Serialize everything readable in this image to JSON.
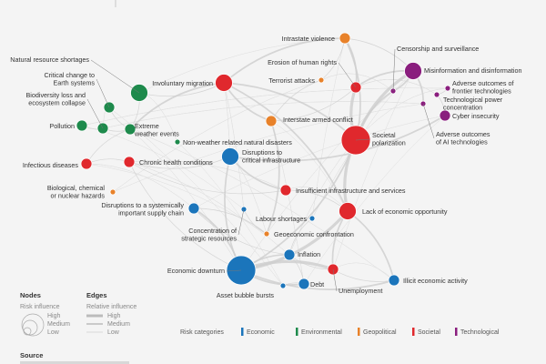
{
  "categories": [
    {
      "id": "economic",
      "label": "Economic",
      "color": "#1b75bb"
    },
    {
      "id": "environmental",
      "label": "Environmental",
      "color": "#1e8a4c"
    },
    {
      "id": "geopolitical",
      "label": "Geopolitical",
      "color": "#e8822a"
    },
    {
      "id": "societal",
      "label": "Societal",
      "color": "#e0282d"
    },
    {
      "id": "technological",
      "label": "Technological",
      "color": "#8a1e7e"
    }
  ],
  "legend": {
    "nodes_title": "Nodes",
    "nodes_sub": "Risk influence",
    "nodes_levels": [
      "High",
      "Medium",
      "Low"
    ],
    "edges_title": "Edges",
    "edges_sub": "Relative influence",
    "edges_levels": [
      "High",
      "Medium",
      "Low"
    ],
    "categories_title": "Risk categories"
  },
  "source": {
    "title": "Source"
  },
  "nodes": [
    {
      "id": "natural_resource",
      "label": "Natural resource shortages",
      "cat": "environmental",
      "influence": "medium"
    },
    {
      "id": "critical_change",
      "label": "Critical change to\nEarth systems",
      "cat": "environmental",
      "influence": "low"
    },
    {
      "id": "biodiversity",
      "label": "Biodiversity loss and\necosystem collapse",
      "cat": "environmental",
      "influence": "low"
    },
    {
      "id": "pollution",
      "label": "Pollution",
      "cat": "environmental",
      "influence": "low"
    },
    {
      "id": "extreme_weather",
      "label": "Extreme\nweather events",
      "cat": "environmental",
      "influence": "low"
    },
    {
      "id": "non_weather",
      "label": "Non-weather related natural disasters",
      "cat": "environmental",
      "influence": "tiny"
    },
    {
      "id": "infectious",
      "label": "Infectious diseases",
      "cat": "societal",
      "influence": "low"
    },
    {
      "id": "chronic_health",
      "label": "Chronic health conditions",
      "cat": "societal",
      "influence": "low"
    },
    {
      "id": "biological",
      "label": "Biological, chemical\nor nuclear hazards",
      "cat": "geopolitical",
      "influence": "tiny"
    },
    {
      "id": "involuntary_migration",
      "label": "Involuntary migration",
      "cat": "societal",
      "influence": "medium"
    },
    {
      "id": "disruptions_infra",
      "label": "Disruptions to\ncritical infrastructure",
      "cat": "economic",
      "influence": "medium"
    },
    {
      "id": "disruptions_supply",
      "label": "Disruptions to a systemically\nimportant supply chain",
      "cat": "economic",
      "influence": "low"
    },
    {
      "id": "concentration",
      "label": "Concentration of\nstrategic resources",
      "cat": "economic",
      "influence": "tiny"
    },
    {
      "id": "intrastate_violence",
      "label": "Intrastate violence",
      "cat": "geopolitical",
      "influence": "low"
    },
    {
      "id": "erosion_rights",
      "label": "Erosion of human rights",
      "cat": "societal",
      "influence": "low"
    },
    {
      "id": "terrorist",
      "label": "Terrorist attacks",
      "cat": "geopolitical",
      "influence": "tiny"
    },
    {
      "id": "interstate",
      "label": "Interstate armed conflict",
      "cat": "geopolitical",
      "influence": "low"
    },
    {
      "id": "societal_polarization",
      "label": "Societal\npolarization",
      "cat": "societal",
      "influence": "high"
    },
    {
      "id": "insufficient_infra",
      "label": "Insufficient infrastructure and services",
      "cat": "societal",
      "influence": "low"
    },
    {
      "id": "lack_opportunity",
      "label": "Lack of economic opportunity",
      "cat": "societal",
      "influence": "medium"
    },
    {
      "id": "labour_shortages",
      "label": "Labour shortages",
      "cat": "economic",
      "influence": "tiny"
    },
    {
      "id": "geoeconomic",
      "label": "Geoeconomic confrontation",
      "cat": "geopolitical",
      "influence": "tiny"
    },
    {
      "id": "inflation",
      "label": "Inflation",
      "cat": "economic",
      "influence": "low"
    },
    {
      "id": "economic_downturn",
      "label": "Economic downturn",
      "cat": "economic",
      "influence": "high"
    },
    {
      "id": "asset_bubble",
      "label": "Asset bubble bursts",
      "cat": "economic",
      "influence": "tiny"
    },
    {
      "id": "debt",
      "label": "Debt",
      "cat": "economic",
      "influence": "low"
    },
    {
      "id": "unemployment",
      "label": "Unemployment",
      "cat": "societal",
      "influence": "low"
    },
    {
      "id": "illicit_activity",
      "label": "Illicit economic activity",
      "cat": "economic",
      "influence": "low"
    },
    {
      "id": "censorship",
      "label": "Censorship and surveillance",
      "cat": "technological",
      "influence": "tiny"
    },
    {
      "id": "misinformation",
      "label": "Misinformation and disinformation",
      "cat": "technological",
      "influence": "medium"
    },
    {
      "id": "adverse_frontier",
      "label": "Adverse outcomes of\nfrontier technologies",
      "cat": "technological",
      "influence": "tiny"
    },
    {
      "id": "tech_power",
      "label": "Technological power\nconcentration",
      "cat": "technological",
      "influence": "tiny"
    },
    {
      "id": "cyber",
      "label": "Cyber insecurity",
      "cat": "technological",
      "influence": "low"
    },
    {
      "id": "adverse_ai",
      "label": "Adverse outcomes\nof AI technologies",
      "cat": "technological",
      "influence": "tiny"
    }
  ],
  "edges": [
    [
      "societal_polarization",
      "misinformation",
      "high"
    ],
    [
      "societal_polarization",
      "lack_opportunity",
      "high"
    ],
    [
      "societal_polarization",
      "erosion_rights",
      "high"
    ],
    [
      "societal_polarization",
      "intrastate_violence",
      "medium"
    ],
    [
      "societal_polarization",
      "economic_downturn",
      "medium"
    ],
    [
      "societal_polarization",
      "involuntary_migration",
      "medium"
    ],
    [
      "societal_polarization",
      "censorship",
      "medium"
    ],
    [
      "economic_downturn",
      "lack_opportunity",
      "high"
    ],
    [
      "economic_downturn",
      "unemployment",
      "high"
    ],
    [
      "economic_downturn",
      "debt",
      "medium"
    ],
    [
      "economic_downturn",
      "inflation",
      "medium"
    ],
    [
      "economic_downturn",
      "disruptions_supply",
      "medium"
    ],
    [
      "economic_downturn",
      "disruptions_infra",
      "medium"
    ],
    [
      "economic_downturn",
      "illicit_activity",
      "medium"
    ],
    [
      "economic_downturn",
      "chronic_health",
      "low"
    ],
    [
      "lack_opportunity",
      "unemployment",
      "medium"
    ],
    [
      "lack_opportunity",
      "illicit_activity",
      "medium"
    ],
    [
      "lack_opportunity",
      "involuntary_migration",
      "medium"
    ],
    [
      "involuntary_migration",
      "intrastate_violence",
      "medium"
    ],
    [
      "involuntary_migration",
      "extreme_weather",
      "medium"
    ],
    [
      "involuntary_migration",
      "natural_resource",
      "low"
    ],
    [
      "involuntary_migration",
      "interstate",
      "medium"
    ],
    [
      "misinformation",
      "censorship",
      "medium"
    ],
    [
      "misinformation",
      "erosion_rights",
      "medium"
    ],
    [
      "misinformation",
      "adverse_ai",
      "medium"
    ],
    [
      "misinformation",
      "intrastate_violence",
      "low"
    ],
    [
      "cyber",
      "disruptions_infra",
      "medium"
    ],
    [
      "cyber",
      "tech_power",
      "low"
    ],
    [
      "disruptions_infra",
      "chronic_health",
      "low"
    ],
    [
      "disruptions_infra",
      "insufficient_infra",
      "medium"
    ],
    [
      "interstate",
      "geoeconomic",
      "medium"
    ],
    [
      "interstate",
      "erosion_rights",
      "low"
    ],
    [
      "interstate",
      "terrorist",
      "low"
    ],
    [
      "extreme_weather",
      "infectious",
      "low"
    ],
    [
      "extreme_weather",
      "biodiversity",
      "low"
    ],
    [
      "extreme_weather",
      "natural_resource",
      "low"
    ],
    [
      "biodiversity",
      "pollution",
      "low"
    ],
    [
      "critical_change",
      "extreme_weather",
      "low"
    ],
    [
      "infectious",
      "chronic_health",
      "low"
    ],
    [
      "chronic_health",
      "insufficient_infra",
      "low"
    ],
    [
      "inflation",
      "debt",
      "low"
    ],
    [
      "inflation",
      "unemployment",
      "low"
    ],
    [
      "asset_bubble",
      "debt",
      "low"
    ],
    [
      "labour_shortages",
      "inflation",
      "low"
    ],
    [
      "geoeconomic",
      "concentration",
      "low"
    ],
    [
      "geoeconomic",
      "disruptions_supply",
      "low"
    ],
    [
      "insufficient_infra",
      "lack_opportunity",
      "low"
    ],
    [
      "unemployment",
      "illicit_activity",
      "low"
    ],
    [
      "adverse_frontier",
      "tech_power",
      "low"
    ],
    [
      "disruptions_supply",
      "inflation",
      "low"
    ],
    [
      "intrastate_violence",
      "erosion_rights",
      "medium"
    ],
    [
      "terrorist",
      "intrastate_violence",
      "low"
    ]
  ]
}
